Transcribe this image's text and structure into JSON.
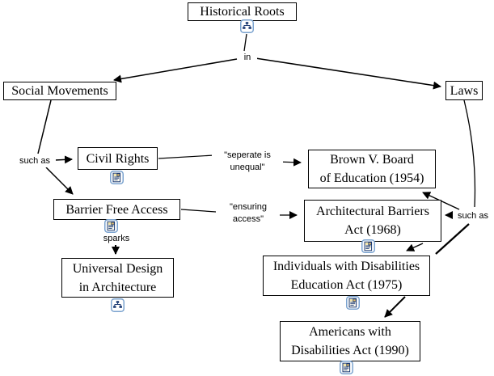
{
  "app": {
    "type": "concept-map",
    "background": "#ffffff"
  },
  "colors": {
    "node_border": "#000000",
    "node_background": "#ffffff",
    "line": "#000000",
    "icon_border": "#7ba3cf",
    "icon_glyph": "#1b3a73",
    "icon_paper": "#fffdf2",
    "icon_accent": "#e8c06a"
  },
  "nodes": [
    {
      "id": "historical-roots",
      "label": "Historical Roots",
      "icon": "hierarchy-icon"
    },
    {
      "id": "social-movements",
      "label": "Social Movements",
      "icon": null
    },
    {
      "id": "laws",
      "label": "Laws",
      "icon": null
    },
    {
      "id": "civil-rights",
      "label": "Civil Rights",
      "icon": "resource-icon"
    },
    {
      "id": "brown-v-board",
      "label": "Brown V. Board\nof Education (1954)",
      "icon": null
    },
    {
      "id": "barrier-free-access",
      "label": "Barrier Free Access",
      "icon": "resource-icon"
    },
    {
      "id": "architectural-barriers-act",
      "label": "Architectural Barriers\nAct (1968)",
      "icon": "resource-icon"
    },
    {
      "id": "universal-design",
      "label": "Universal Design\nin Architecture",
      "icon": "hierarchy-icon"
    },
    {
      "id": "idea-act",
      "label": "Individuals with Disabilities\nEducation Act (1975)",
      "icon": "resource-icon"
    },
    {
      "id": "ada-act",
      "label": "Americans with\nDisabilities Act (1990)",
      "icon": "resource-icon"
    }
  ],
  "link_labels": [
    {
      "id": "in",
      "text": "in"
    },
    {
      "id": "such-as-left",
      "text": "such as"
    },
    {
      "id": "separate-is-unequal",
      "text": "\"seperate is\nunequal\""
    },
    {
      "id": "ensuring-access",
      "text": "\"ensuring\naccess\""
    },
    {
      "id": "sparks",
      "text": "sparks"
    },
    {
      "id": "such-as-right",
      "text": "such as"
    }
  ]
}
